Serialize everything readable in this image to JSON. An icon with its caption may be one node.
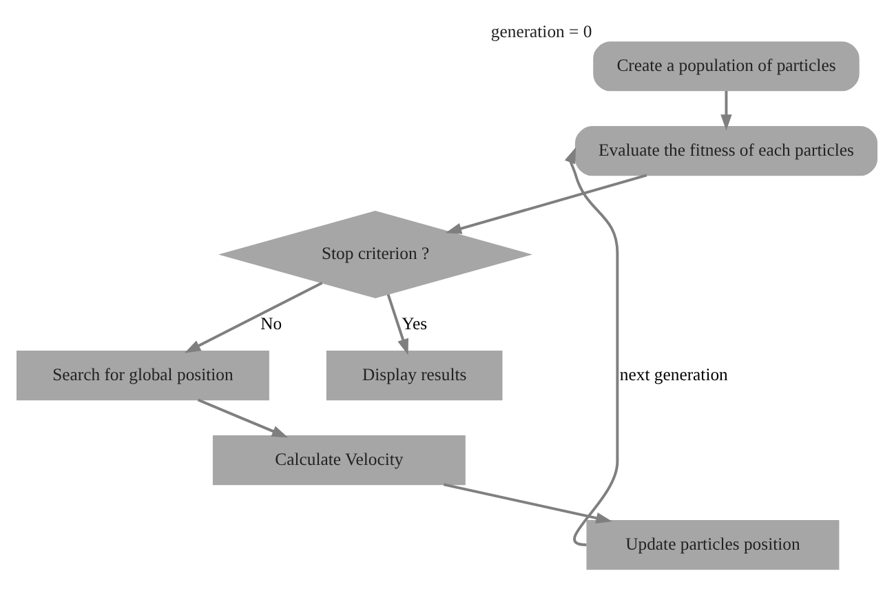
{
  "diagram": {
    "nodes": [
      {
        "text": [
          "Create a population of particles"
        ],
        "beside": [
          "generation = 0"
        ]
      },
      {
        "text": [
          "Evaluate the fitness of each particles"
        ]
      },
      {
        "text": [
          "Stop criterion ?"
        ]
      },
      {
        "text": [
          "Display results"
        ]
      },
      {
        "text": [
          "Search for global position"
        ]
      },
      {
        "text": [
          "Calculate Velocity"
        ]
      },
      {
        "text": [
          "Update particles position"
        ]
      }
    ],
    "edges": [
      {
        "from": 0,
        "to": 1,
        "arrow": "to"
      },
      {
        "from": 1,
        "to": 2,
        "arrow": "to"
      },
      {
        "from": 2,
        "to": 3,
        "arrow": "to",
        "label": "Yes"
      },
      {
        "from": 2,
        "to": 4,
        "arrow": "to",
        "label": "No"
      },
      {
        "from": 4,
        "to": 5,
        "arrow": "to"
      },
      {
        "from": 5,
        "to": 6,
        "arrow": "to"
      },
      {
        "from": 6,
        "to": 1,
        "arrow": "to",
        "label": "next generation"
      }
    ]
  }
}
